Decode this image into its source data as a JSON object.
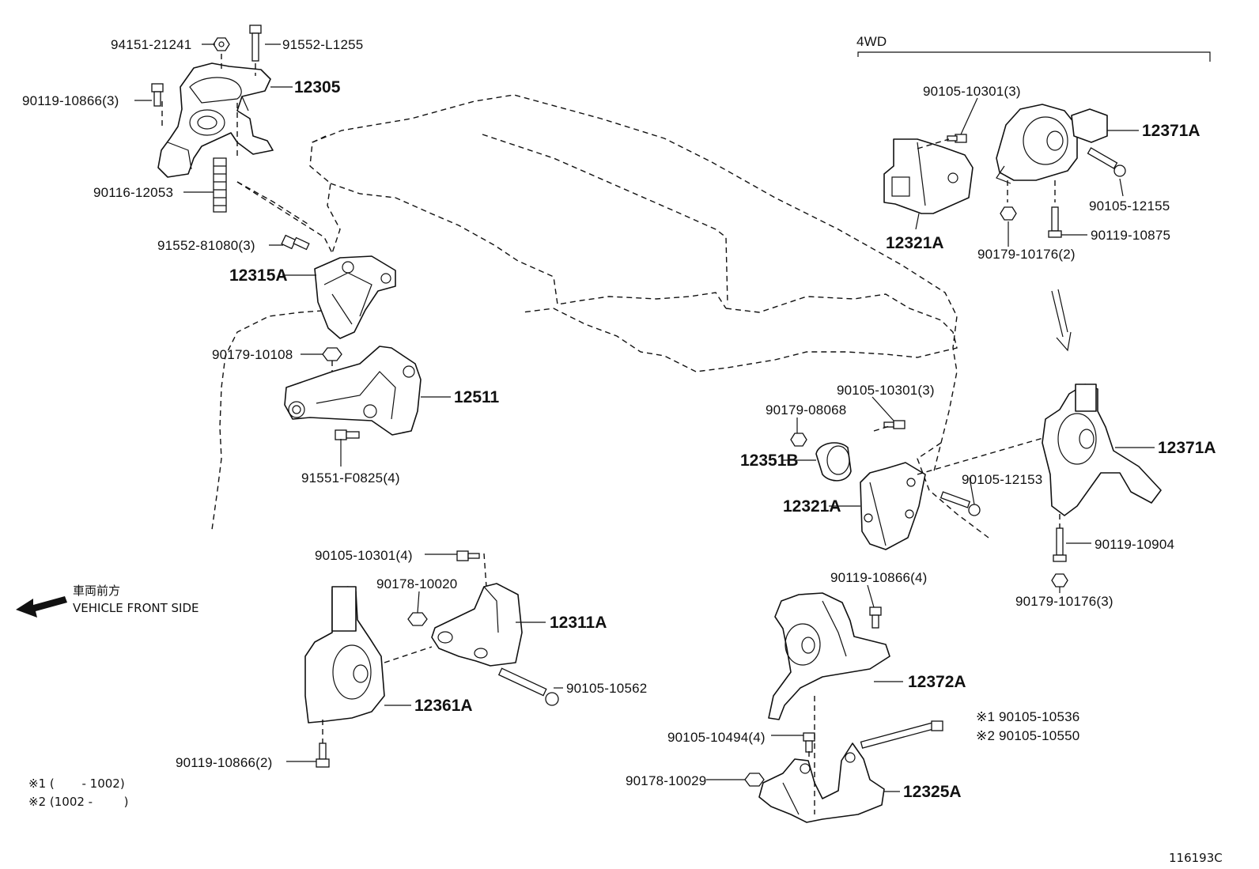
{
  "section_4wd": "4WD",
  "parts": {
    "p94151": "94151-21241",
    "p91552a": "91552-L1255",
    "p12305": "12305",
    "p90119a": "90119-10866(3)",
    "p90116": "90116-12053",
    "p91552b": "91552-81080(3)",
    "p12315A": "12315A",
    "p90179a": "90179-10108",
    "p12511": "12511",
    "p91551": "91551-F0825(4)",
    "p90105a": "90105-10301(3)",
    "p12371A_top": "12371A",
    "p90105b": "90105-12155",
    "p12321A_top": "12321A",
    "p90179b": "90179-10176(2)",
    "p90119b": "90119-10875",
    "p90105c": "90105-10301(3)",
    "p90179c": "90179-08068",
    "p12351B": "12351B",
    "p12321A_mid": "12321A",
    "p90105d": "90105-12153",
    "p12371A_mid": "12371A",
    "p90119c": "90119-10904",
    "p90179d": "90179-10176(3)",
    "p90105e": "90105-10301(4)",
    "p90178a": "90178-10020",
    "p12311A": "12311A",
    "p90105f": "90105-10562",
    "p12361A": "12361A",
    "p90119d": "90119-10866(2)",
    "p90119e": "90119-10866(4)",
    "p12372A": "12372A",
    "p90105g": "※1 90105-10536",
    "p90105h": "※2 90105-10550",
    "p90105i": "90105-10494(4)",
    "p90178b": "90178-10029",
    "p12325A": "12325A"
  },
  "direction": {
    "jp": "車両前方",
    "en": "VEHICLE FRONT SIDE",
    "icon": "left-arrow-icon"
  },
  "footnotes": {
    "n1": "※1 (　　 - 1002)",
    "n2": "※2 (1002 - 　　 )"
  },
  "diagram_id": "116193C"
}
